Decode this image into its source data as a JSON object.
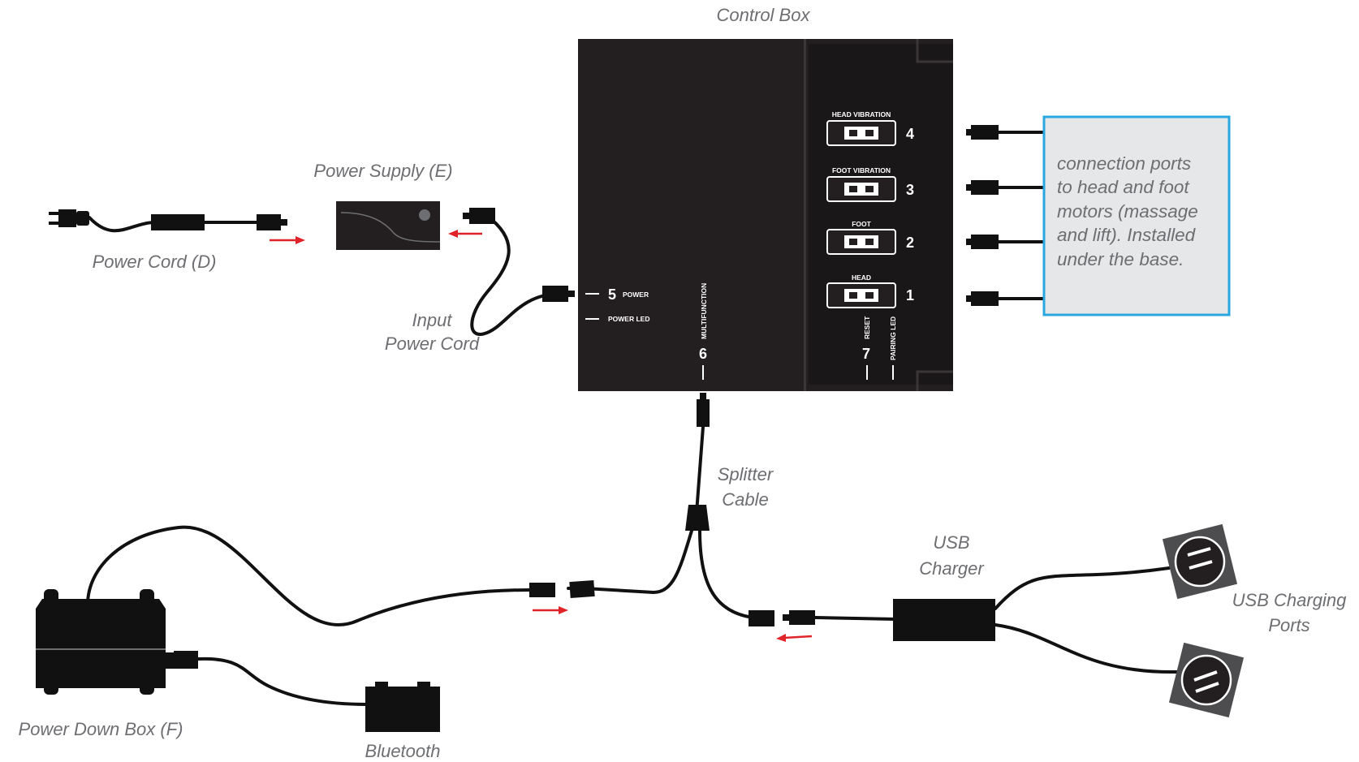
{
  "labels": {
    "control_box": "Control Box",
    "power_supply": "Power Supply (E)",
    "power_cord": "Power Cord (D)",
    "input_power_cord_line1": "Input",
    "input_power_cord_line2": "Power Cord",
    "splitter_line1": "Splitter",
    "splitter_line2": "Cable",
    "usb_charger_line1": "USB",
    "usb_charger_line2": "Charger",
    "usb_ports_line1": "USB Charging",
    "usb_ports_line2": "Ports",
    "power_down_box": "Power Down Box (F)",
    "bluetooth": "Bluetooth"
  },
  "info_box": {
    "lines": [
      "connection ports",
      "to head and foot",
      "motors (massage",
      "and lift). Installed",
      "under the base."
    ],
    "border_color": "#29a8e0",
    "fill_color": "#e6e7e8"
  },
  "control_box_ports": {
    "head_vibration": {
      "label": "HEAD VIBRATION",
      "number": "4"
    },
    "foot_vibration": {
      "label": "FOOT VIBRATION",
      "number": "3"
    },
    "foot": {
      "label": "FOOT",
      "number": "2"
    },
    "head": {
      "label": "HEAD",
      "number": "1"
    },
    "power": {
      "label": "POWER",
      "number": "5"
    },
    "power_led": {
      "label": "POWER LED"
    },
    "multifunction": {
      "label": "MULTIFUNCTION",
      "number": "6"
    },
    "reset": {
      "label": "RESET",
      "number": "7"
    },
    "pairing_led": {
      "label": "PAIRING LED"
    }
  },
  "colors": {
    "arrow": "#e0252a",
    "box": "#231f20",
    "cable": "#111111",
    "label_text": "#6d6e71"
  }
}
